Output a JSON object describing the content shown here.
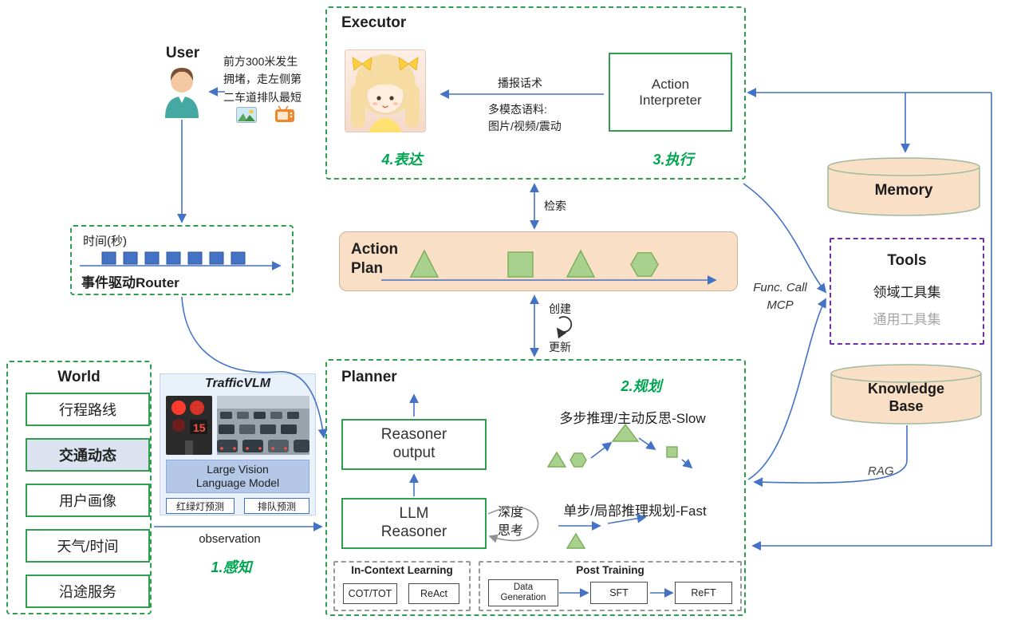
{
  "colors": {
    "green_border": "#2f9e4f",
    "green_label": "#00A550",
    "arrow_blue": "#4472C4",
    "peach_fill": "#F8DFC6",
    "purple_border": "#7030A0",
    "shape_green": "#A9D18E",
    "panel_blue": "#E9F1FB",
    "lvlm_blue": "#B4C7E7",
    "muted_gray": "#A6A6A6"
  },
  "user": {
    "label": "User",
    "message_lines": [
      "前方300米发生",
      "拥堵，走左侧第",
      "二车道排队最短"
    ]
  },
  "executor": {
    "title": "Executor",
    "broadcast_label": "播报话术",
    "corpus_label": "多模态语料:",
    "corpus_types": "图片/视频/震动",
    "action_interpreter_label": "Action Interpreter",
    "stage_express": "4.表达",
    "stage_execute": "3.执行"
  },
  "router": {
    "time_label": "时间(秒)",
    "title": "事件驱动Router"
  },
  "action_plan": {
    "title": "Action Plan",
    "retrieve_label": "检索",
    "create_label": "创建",
    "update_label": "更新"
  },
  "world": {
    "title": "World",
    "items": [
      "行程路线",
      "交通动态",
      "用户画像",
      "天气/时间",
      "沿途服务"
    ]
  },
  "traffic_vlm": {
    "title": "TrafficVLM",
    "model_label": "Large Vision Language Model",
    "pred_traffic_light": "红绿灯预测",
    "pred_queue": "排队预测",
    "observation_label": "observation",
    "stage_perceive": "1.感知",
    "countdown": "15"
  },
  "planner": {
    "title": "Planner",
    "stage_plan": "2.规划",
    "reasoner_output_label": "Reasoner output",
    "llm_reasoner_label": "LLM Reasoner",
    "deep_think_lines": [
      "深度",
      "思考"
    ],
    "slow_label": "多步推理/主动反思-Slow",
    "fast_label": "单步/局部推理规划-Fast",
    "icl": {
      "title": "In-Context Learning",
      "items": [
        "COT/TOT",
        "ReAct"
      ]
    },
    "post_training": {
      "title": "Post Training",
      "items": [
        "Data Generation",
        "SFT",
        "ReFT"
      ]
    }
  },
  "right": {
    "memory_label": "Memory",
    "tools_title": "Tools",
    "tools_domain": "领域工具集",
    "tools_general": "通用工具集",
    "knowledge_base_label": "Knowledge Base",
    "func_call_lines": [
      "Func. Call",
      "MCP"
    ],
    "rag_label": "RAG"
  }
}
